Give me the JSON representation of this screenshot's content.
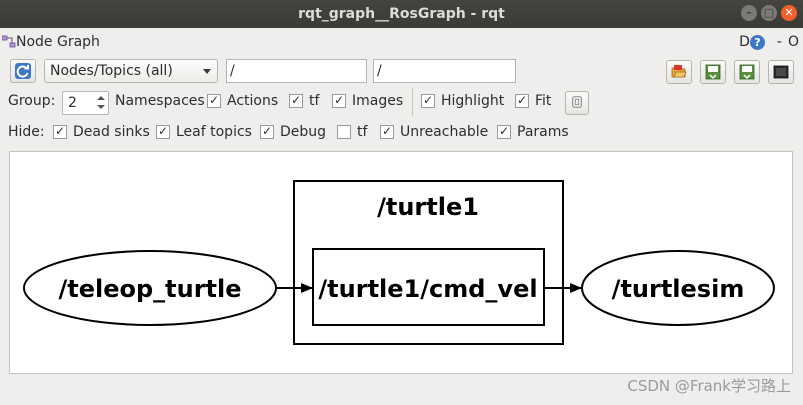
{
  "window": {
    "title": "rqt_graph__RosGraph - rqt",
    "controls": [
      "–",
      "□",
      "✕"
    ]
  },
  "dock": {
    "title": "Node Graph",
    "d_label": "D",
    "help_label": "?",
    "minus_label": "-",
    "close_label": "O"
  },
  "toolbar": {
    "mode_select": "Nodes/Topics (all)",
    "node_filter": "/",
    "topic_filter": "/"
  },
  "options": {
    "group_label": "Group:",
    "group_value": "2",
    "checkboxes": [
      {
        "label": "Namespaces",
        "checked": true
      },
      {
        "label": "Actions",
        "checked": true
      },
      {
        "label": "tf",
        "checked": true
      },
      {
        "label": "Images",
        "checked": true
      },
      {
        "label": "Highlight",
        "checked": true
      },
      {
        "label": "Fit",
        "checked": true
      }
    ]
  },
  "hide": {
    "label": "Hide:",
    "checkboxes": [
      {
        "label": "Dead sinks",
        "checked": true
      },
      {
        "label": "Leaf topics",
        "checked": true
      },
      {
        "label": "Debug",
        "checked": true
      },
      {
        "label": "tf",
        "checked": false
      },
      {
        "label": "Unreachable",
        "checked": true
      },
      {
        "label": "Params",
        "checked": true
      }
    ]
  },
  "graph": {
    "namespace": "/turtle1",
    "publisher_node": "/teleop_turtle",
    "topic": "/turtle1/cmd_vel",
    "subscriber_node": "/turtlesim"
  },
  "watermark": "CSDN @Frank学习路上",
  "colors": {
    "titlebar": "#3b3a36",
    "accent_blue": "#3d77c8",
    "close_orange": "#f1602d"
  }
}
